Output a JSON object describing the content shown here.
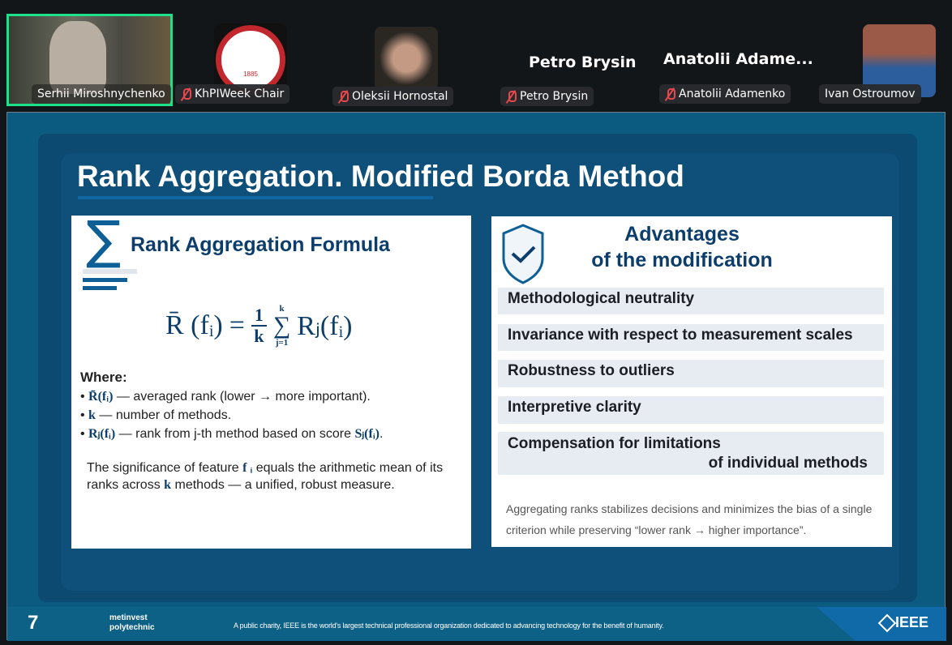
{
  "participants": [
    {
      "name": "Serhii Miroshnychenko",
      "muted": false,
      "active": true
    },
    {
      "name": "KhPIWeek Chair",
      "muted": true,
      "logo_text": "KHARKIV POLYTECHNIC INSTITUTE 1885"
    },
    {
      "name": "Oleksii Hornostal",
      "muted": true
    },
    {
      "name": "Petro Brysin",
      "muted": true,
      "display": "Petro Brysin"
    },
    {
      "name": "Anatolii Adamenko",
      "muted": true,
      "display": "Anatolii  Adame..."
    },
    {
      "name": "Ivan Ostroumov",
      "muted": false
    }
  ],
  "slide": {
    "title": "Rank Aggregation. Modified Borda Method",
    "left": {
      "heading": "Rank Aggregation Formula",
      "formula": {
        "lhs": "R̄ (fᵢ)",
        "eq": "=",
        "num": "1",
        "den": "k",
        "sum_top": "k",
        "sum_bottom": "j=1",
        "rhs": "Rⱼ(fᵢ)"
      },
      "where": "Where:",
      "bullets": [
        {
          "sym": "R̄(fᵢ)",
          "text": " — averaged rank (lower → more important)."
        },
        {
          "sym": "k",
          "text": " — number of methods."
        },
        {
          "sym": "Rⱼ(fᵢ)",
          "text": " — rank from j-th method based on score ",
          "sym2": "Sⱼ(fᵢ)",
          "end": "."
        }
      ],
      "summary_a": "The significance of feature ",
      "summary_sym": "f ᵢ",
      "summary_b": " equals the arithmetic mean of its ranks across ",
      "summary_k": "k",
      "summary_c": " methods — a unified, robust measure."
    },
    "right": {
      "heading1": "Advantages",
      "heading2": "of the modification",
      "items": [
        "Methodological neutrality",
        "Invariance with respect to measurement scales",
        "Robustness to outliers",
        "Interpretive clarity",
        "Compensation for limitations"
      ],
      "item5_line2": "of individual methods",
      "note": "Aggregating ranks stabilizes decisions and minimizes the bias of a single criterion while preserving “lower rank → higher importance”."
    },
    "footer": {
      "page": "7",
      "brand1": "metinvest",
      "brand2": "polytechnic",
      "tagline": "A public charity, IEEE is the world's largest technical professional organization dedicated to advancing technology for the benefit of humanity.",
      "logo": "IEEE"
    }
  }
}
